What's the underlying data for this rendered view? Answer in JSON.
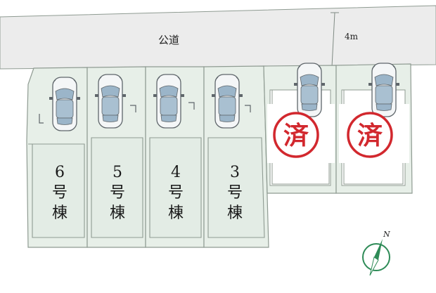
{
  "road": {
    "label": "公道",
    "width_label": "4m"
  },
  "lots": [
    {
      "id": "lot-6",
      "number": "6",
      "suffix1": "号",
      "suffix2": "棟"
    },
    {
      "id": "lot-5",
      "number": "5",
      "suffix1": "号",
      "suffix2": "棟"
    },
    {
      "id": "lot-4",
      "number": "4",
      "suffix1": "号",
      "suffix2": "棟"
    },
    {
      "id": "lot-3",
      "number": "3",
      "suffix1": "号",
      "suffix2": "棟"
    },
    {
      "id": "lot-2",
      "sold_stamp": "済"
    },
    {
      "id": "lot-1",
      "sold_stamp": "済"
    }
  ],
  "compass": {
    "north_label": "N"
  },
  "colors": {
    "road_fill": "#ececec",
    "lot_fill": "#e7efe8",
    "house_fill": "#e3ece5",
    "outline": "#8f9b92",
    "sold_overlay": "#ffffff",
    "stamp_red": "#d2282e",
    "car_glass": "#9bb5c9",
    "compass_green": "#2e8b57"
  }
}
